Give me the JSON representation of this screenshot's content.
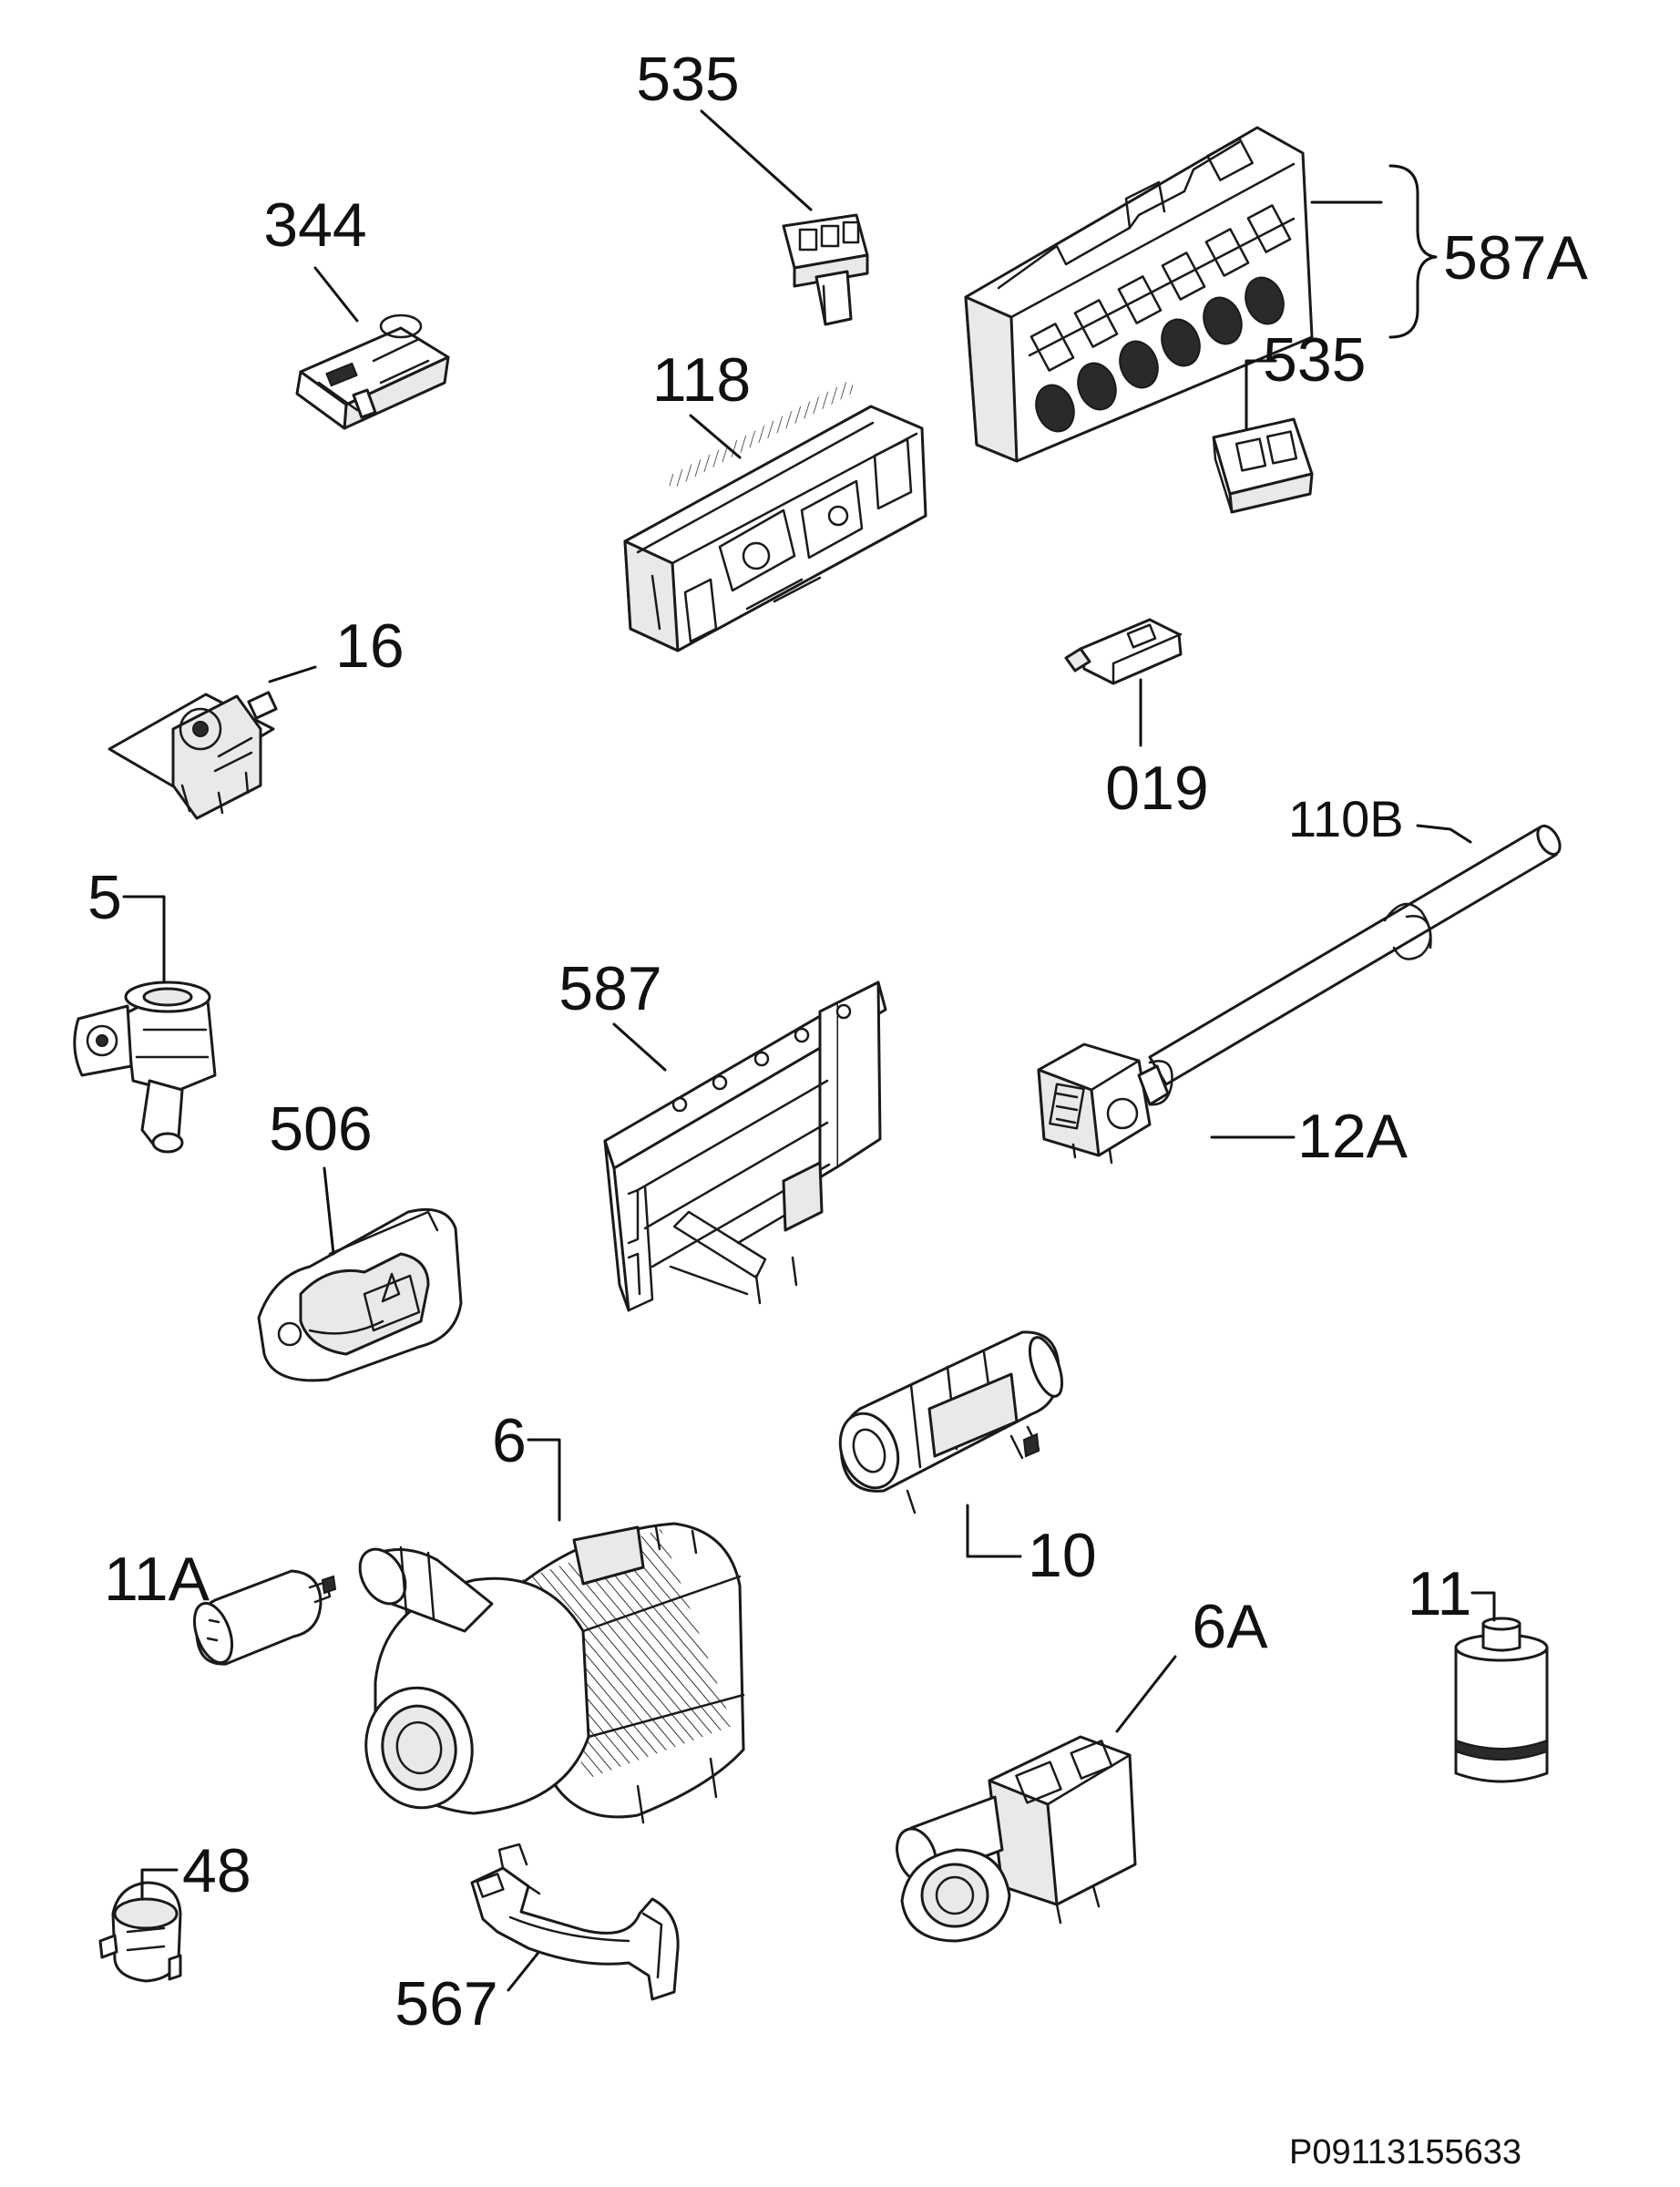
{
  "callouts": {
    "c535_top": "535",
    "c344": "344",
    "c587A": "587A",
    "c118": "118",
    "c535_right": "535",
    "c16": "16",
    "c019": "019",
    "c110B": "110B",
    "c5": "5",
    "c587": "587",
    "c12A": "12A",
    "c506": "506",
    "c6": "6",
    "c10": "10",
    "c11A": "11A",
    "c11": "11",
    "c6A": "6A",
    "c48": "48",
    "c567": "567"
  },
  "reference_code": "P09113155633"
}
